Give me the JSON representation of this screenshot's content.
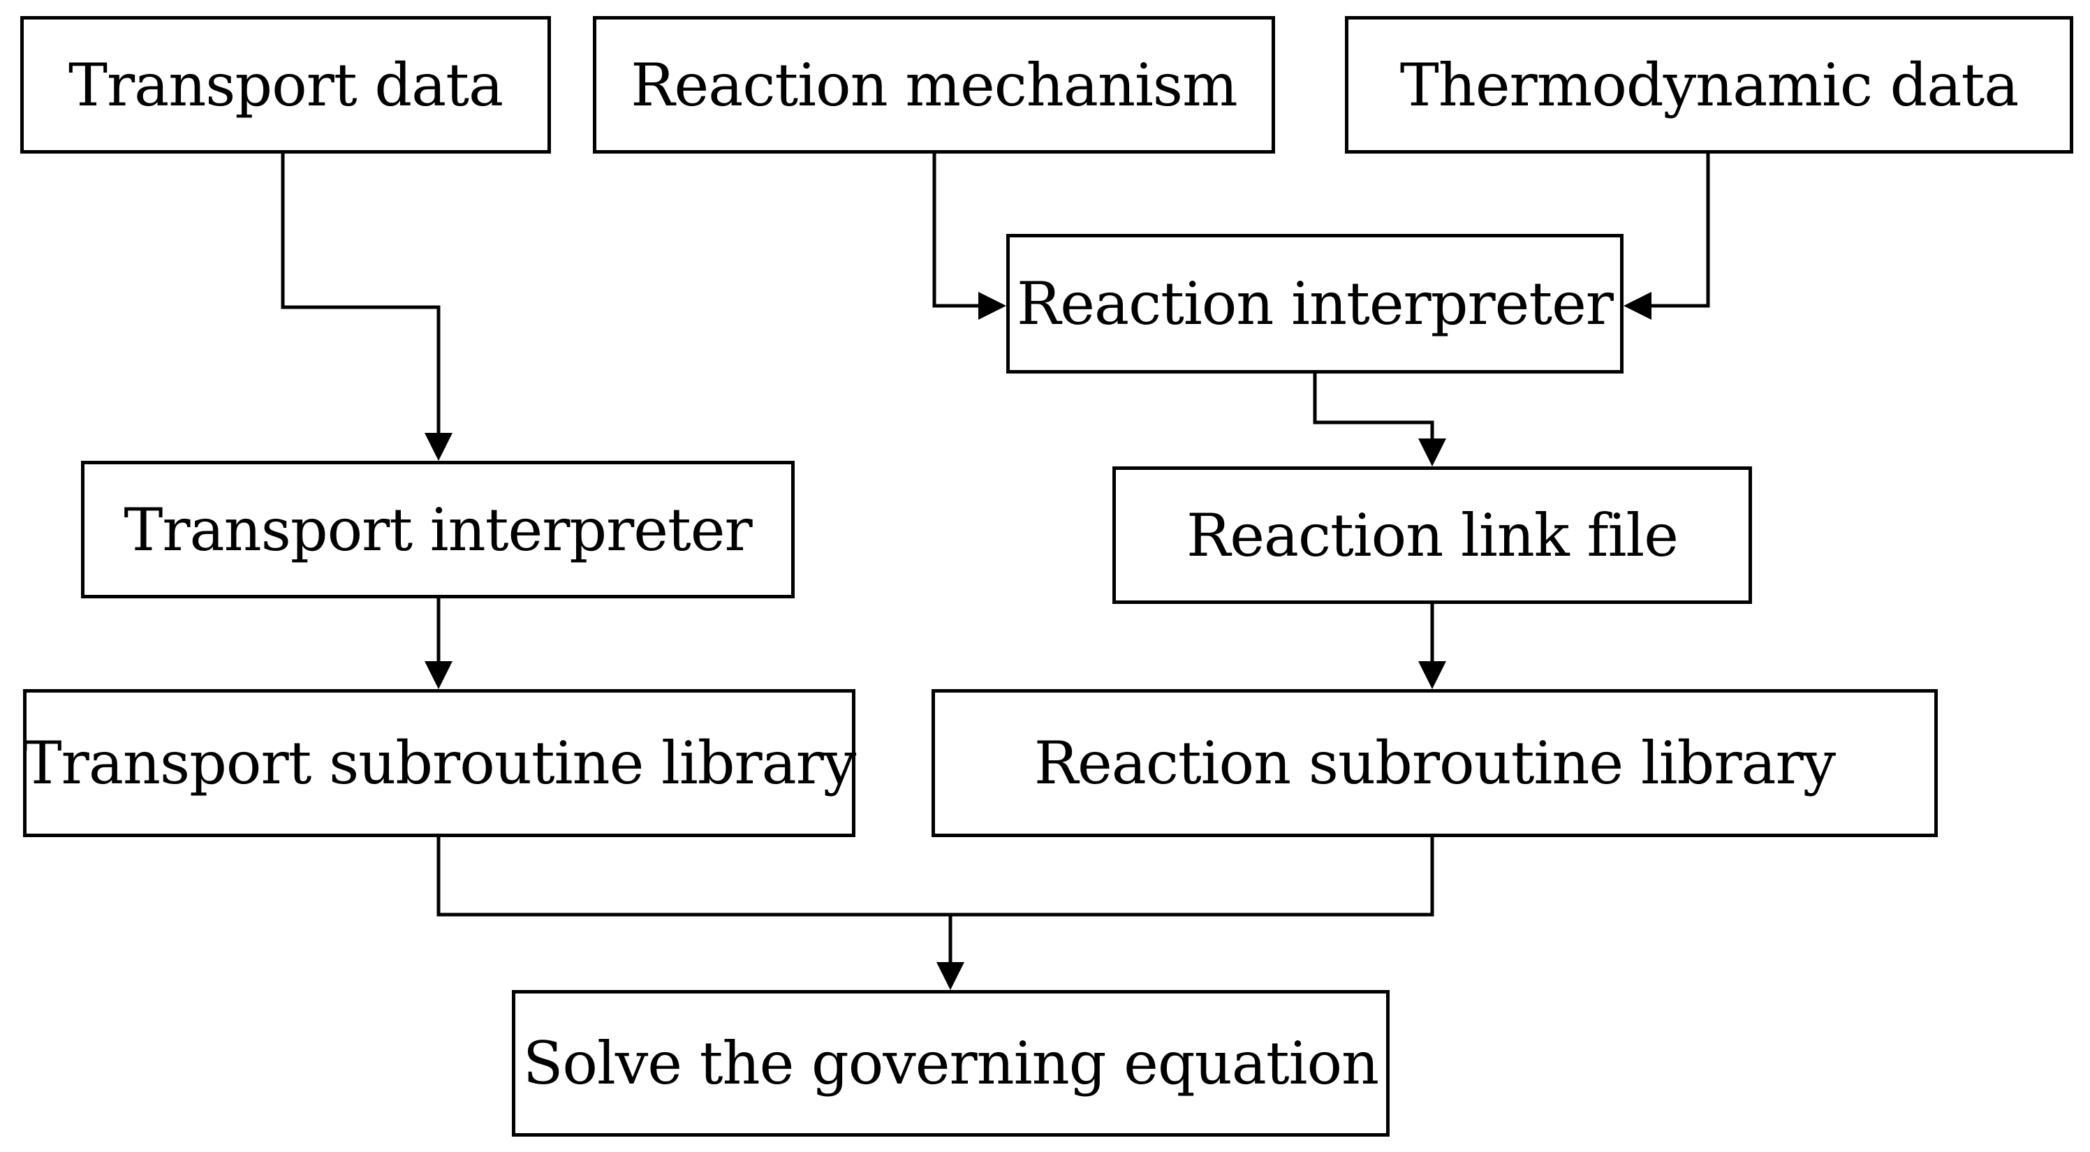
{
  "diagram": {
    "nodes": {
      "transport_data": "Transport data",
      "reaction_mechanism": "Reaction mechanism",
      "thermodynamic_data": "Thermodynamic data",
      "reaction_interpreter": "Reaction interpreter",
      "transport_interpreter": "Transport interpreter",
      "reaction_link_file": "Reaction link file",
      "transport_subroutine_library": "Transport subroutine library",
      "reaction_subroutine_library": "Reaction subroutine library",
      "solve_governing_equation": "Solve the governing equation"
    },
    "edges": [
      {
        "from": "transport_data",
        "to": "transport_interpreter"
      },
      {
        "from": "reaction_mechanism",
        "to": "reaction_interpreter"
      },
      {
        "from": "thermodynamic_data",
        "to": "reaction_interpreter"
      },
      {
        "from": "reaction_interpreter",
        "to": "reaction_link_file"
      },
      {
        "from": "transport_interpreter",
        "to": "transport_subroutine_library"
      },
      {
        "from": "reaction_link_file",
        "to": "reaction_subroutine_library"
      },
      {
        "from": "transport_subroutine_library",
        "to": "solve_governing_equation"
      },
      {
        "from": "reaction_subroutine_library",
        "to": "solve_governing_equation"
      }
    ],
    "colors": {
      "stroke": "#000000",
      "background": "#ffffff"
    }
  }
}
